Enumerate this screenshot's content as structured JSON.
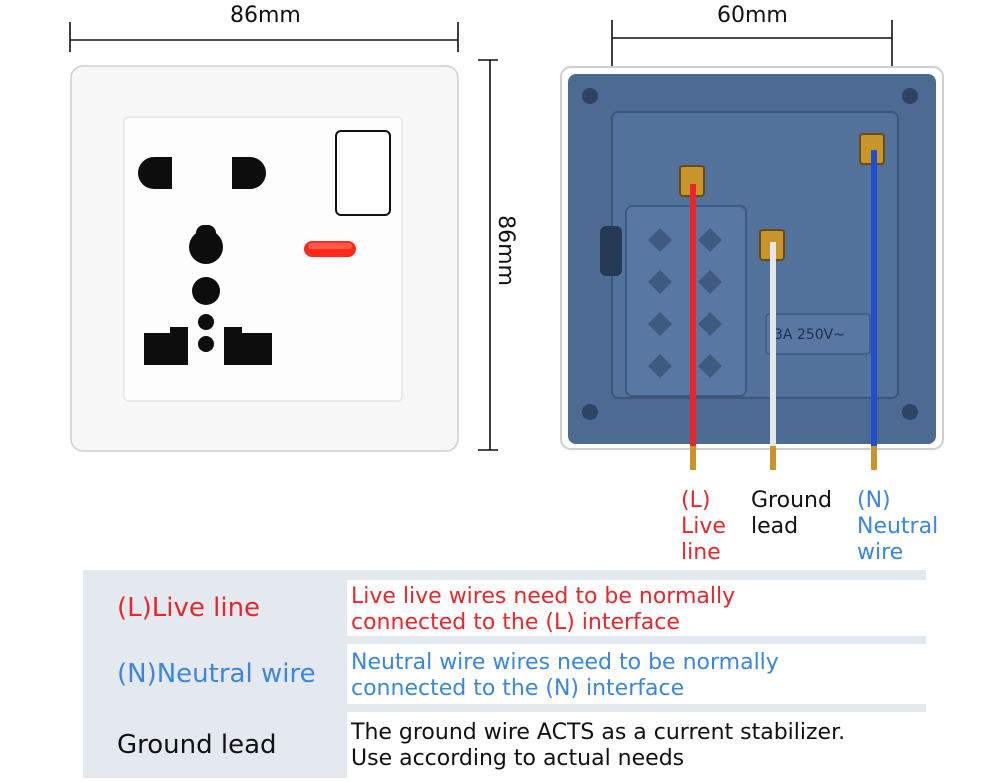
{
  "dimensions": {
    "front_width": "86mm",
    "front_height": "86mm",
    "back_width": "60mm"
  },
  "back_labels": {
    "rating": "3A 250V~"
  },
  "callouts": {
    "live": [
      "(L)",
      "Live",
      "line"
    ],
    "ground": [
      "Ground",
      "lead"
    ],
    "neutral": [
      "(N)",
      "Neutral",
      "wire"
    ]
  },
  "colors": {
    "live": "#e8272c",
    "neutral": "#3a86e0",
    "ground": "#111111",
    "wire_blue": "#1f4fcf",
    "indicator": "#ff2a1a",
    "back_body": "#4c6a92"
  },
  "table": [
    {
      "label": "(L)Live line",
      "desc": [
        "Live live wires need to be normally",
        "connected to the (L) interface"
      ],
      "color": "#e8272c"
    },
    {
      "label": "(N)Neutral wire",
      "desc": [
        "Neutral wire wires need to be normally",
        "connected to the (N) interface"
      ],
      "color": "#3a86e0"
    },
    {
      "label": "Ground lead",
      "desc": [
        "The ground wire ACTS as a current stabilizer.",
        "Use according to actual needs"
      ],
      "color": "#111111"
    }
  ]
}
